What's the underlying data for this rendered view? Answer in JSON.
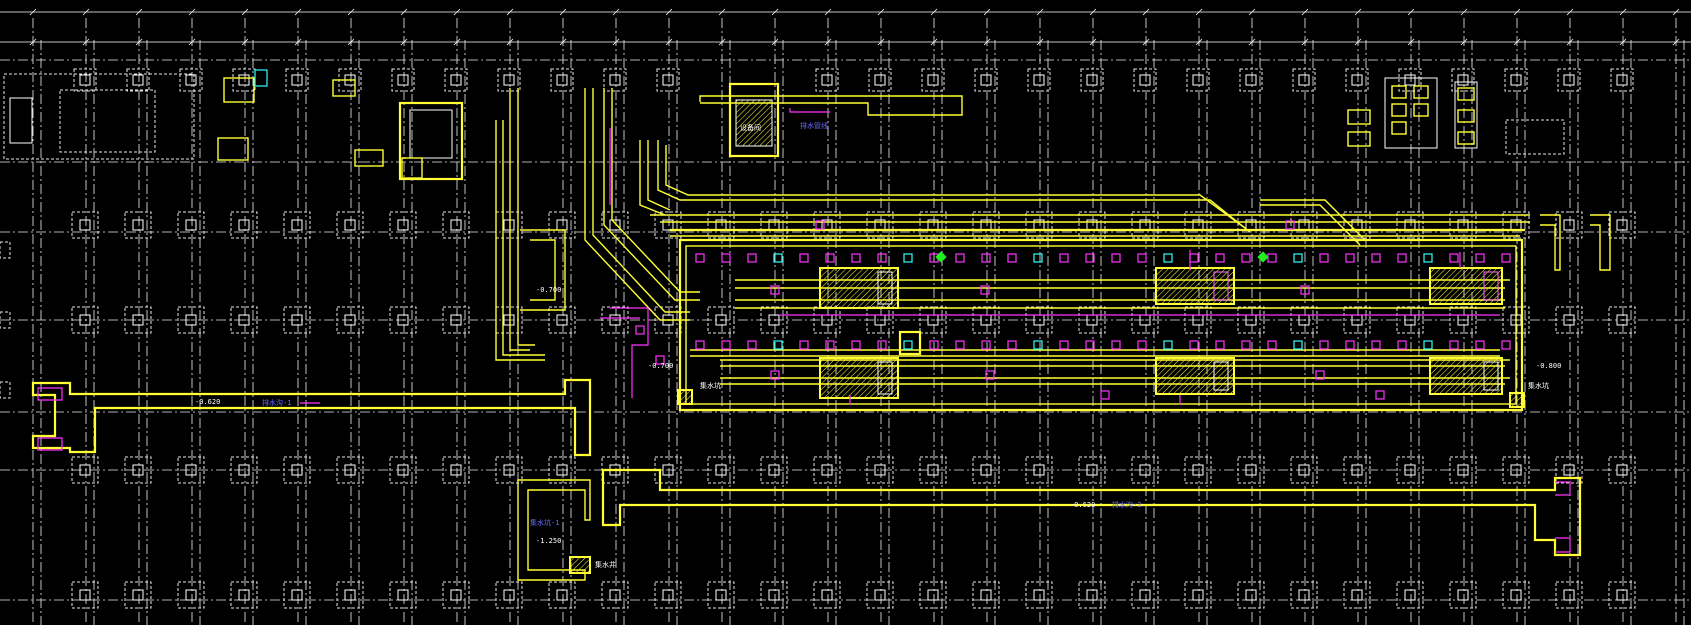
{
  "drawing": {
    "title": "",
    "colors": {
      "background": "#000000",
      "grid": "#d8d8d8",
      "wall": "#ffff33",
      "pipe": "#ff33ff",
      "fitting": "#33ffff",
      "label_blue": "#6b6bff",
      "green_marker": "#22ee22"
    }
  },
  "labels": {
    "left_pit": "-0.620",
    "mid_level": "-0.700",
    "center_level": "-0.700",
    "right_level": "-0.800",
    "bottom_level": "-1.250",
    "bottom_center_level": "-0.620",
    "left_trench": "排水沟-1",
    "bottom_trench": "排水沟-2",
    "bottom_sump": "集水坑-1",
    "top_room": "设备间",
    "top_note": "排水管线",
    "pit_a": "集水坑",
    "pit_b": "集水坑",
    "pit_c": "集水井"
  }
}
